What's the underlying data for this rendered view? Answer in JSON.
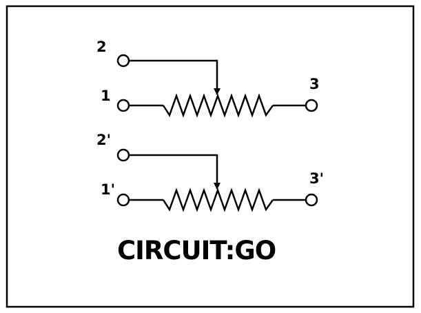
{
  "terminals": {
    "t1": "1",
    "t2": "2",
    "t3": "3",
    "t1p": "1'",
    "t2p": "2'",
    "t3p": "3'"
  },
  "brand": "CIRCUIT:GO",
  "colors": {
    "stroke": "#000000",
    "background": "#ffffff"
  }
}
